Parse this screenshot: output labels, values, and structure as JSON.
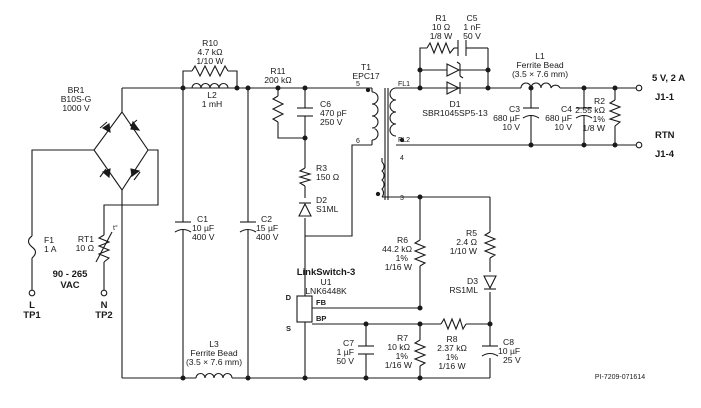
{
  "connectors": {
    "out_pos_name": "5 V, 2 A",
    "out_pos_pin": "J1-1",
    "out_neg_name": "RTN",
    "out_neg_pin": "J1-4",
    "line_name": "L",
    "line_tp": "TP1",
    "neutral_name": "N",
    "neutral_tp": "TP2",
    "input_range": "90 - 265",
    "input_unit": "VAC"
  },
  "components": {
    "r10": {
      "ref": "R10",
      "val1": "4.7 kΩ",
      "val2": "1/10 W"
    },
    "l2": {
      "ref": "L2",
      "val1": "1 mH"
    },
    "r11": {
      "ref": "R11",
      "val1": "200 kΩ"
    },
    "t1": {
      "ref": "T1",
      "val1": "EPC17",
      "pin5": "5",
      "pin6": "6",
      "pin4": "4",
      "pin3": "3",
      "fl1": "FL1",
      "fl2": "FL2"
    },
    "r1": {
      "ref": "R1",
      "val1": "10 Ω",
      "val2": "1/8 W"
    },
    "c5": {
      "ref": "C5",
      "val1": "1 nF",
      "val2": "50 V"
    },
    "d1": {
      "ref": "D1",
      "val1": "SBR1045SP5-13"
    },
    "l1": {
      "ref": "L1",
      "val1": "Ferrite Bead",
      "val2": "(3.5 × 7.6 mm)"
    },
    "c3": {
      "ref": "C3",
      "val1": "680 µF",
      "val2": "10 V"
    },
    "c4": {
      "ref": "C4",
      "val1": "680 µF",
      "val2": "10 V"
    },
    "r2": {
      "ref": "R2",
      "val1": "2.55 kΩ",
      "val2": "1%",
      "val3": "1/8 W"
    },
    "br1": {
      "ref": "BR1",
      "val1": "B10S-G",
      "val2": "1000 V"
    },
    "c6": {
      "ref": "C6",
      "val1": "470 pF",
      "val2": "250 V"
    },
    "r3": {
      "ref": "R3",
      "val1": "150 Ω"
    },
    "d2": {
      "ref": "D2",
      "val1": "S1ML"
    },
    "f1": {
      "ref": "F1",
      "val1": "1 A"
    },
    "rt1": {
      "ref": "RT1",
      "val1": "10 Ω",
      "sym": "t°"
    },
    "c1": {
      "ref": "C1",
      "val1": "10 µF",
      "val2": "400 V"
    },
    "c2": {
      "ref": "C2",
      "val1": "15 µF",
      "val2": "400 V"
    },
    "r6": {
      "ref": "R6",
      "val1": "44.2 kΩ",
      "val2": "1%",
      "val3": "1/16 W"
    },
    "r5": {
      "ref": "R5",
      "val1": "2.4 Ω",
      "val2": "1/10 W"
    },
    "d3": {
      "ref": "D3",
      "val1": "RS1ML"
    },
    "u1": {
      "ref": "U1",
      "val1": "LNK6448K",
      "title": "LinkSwitch-3",
      "pin_d": "D",
      "pin_s": "S",
      "pin_fb": "FB",
      "pin_bp": "BP"
    },
    "r8": {
      "ref": "R8",
      "val1": "2.37 kΩ",
      "val2": "1%",
      "val3": "1/16 W"
    },
    "c7": {
      "ref": "C7",
      "val1": "1 µF",
      "val2": "50 V"
    },
    "r7": {
      "ref": "R7",
      "val1": "10 kΩ",
      "val2": "1%",
      "val3": "1/16 W"
    },
    "c8": {
      "ref": "C8",
      "val1": "10 µF",
      "val2": "25 V"
    },
    "l3": {
      "ref": "L3",
      "val1": "Ferrite Bead",
      "val2": "(3.5 × 7.6 mm)"
    }
  },
  "footer": {
    "doc_id": "PI-7209-071614"
  }
}
